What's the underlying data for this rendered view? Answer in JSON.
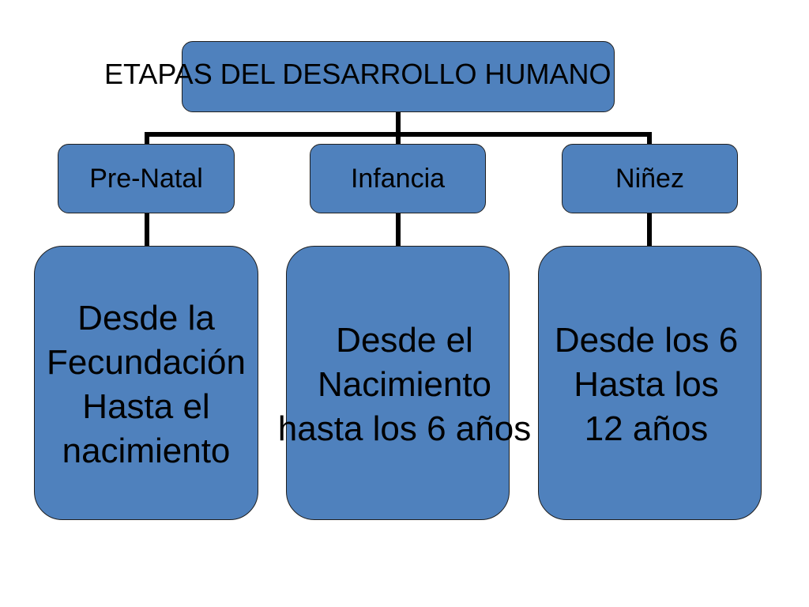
{
  "diagram": {
    "root": {
      "label": "ETAPAS  DEL DESARROLLO  HUMANO"
    },
    "stages": [
      {
        "label": "Pre-Natal",
        "detail_lines": [
          "Desde  la",
          "Fecundación",
          "Hasta  el",
          "nacimiento"
        ]
      },
      {
        "label": "Infancia",
        "detail_lines": [
          "Desde el",
          "Nacimiento",
          "hasta los 6 años"
        ]
      },
      {
        "label": "Niñez",
        "detail_lines": [
          "Desde los 6",
          "Hasta los",
          "12 años"
        ]
      }
    ],
    "colors": {
      "box_fill": "#4f81bd",
      "border": "#1f1f1f",
      "connector": "#000000",
      "text": "#000000"
    }
  }
}
